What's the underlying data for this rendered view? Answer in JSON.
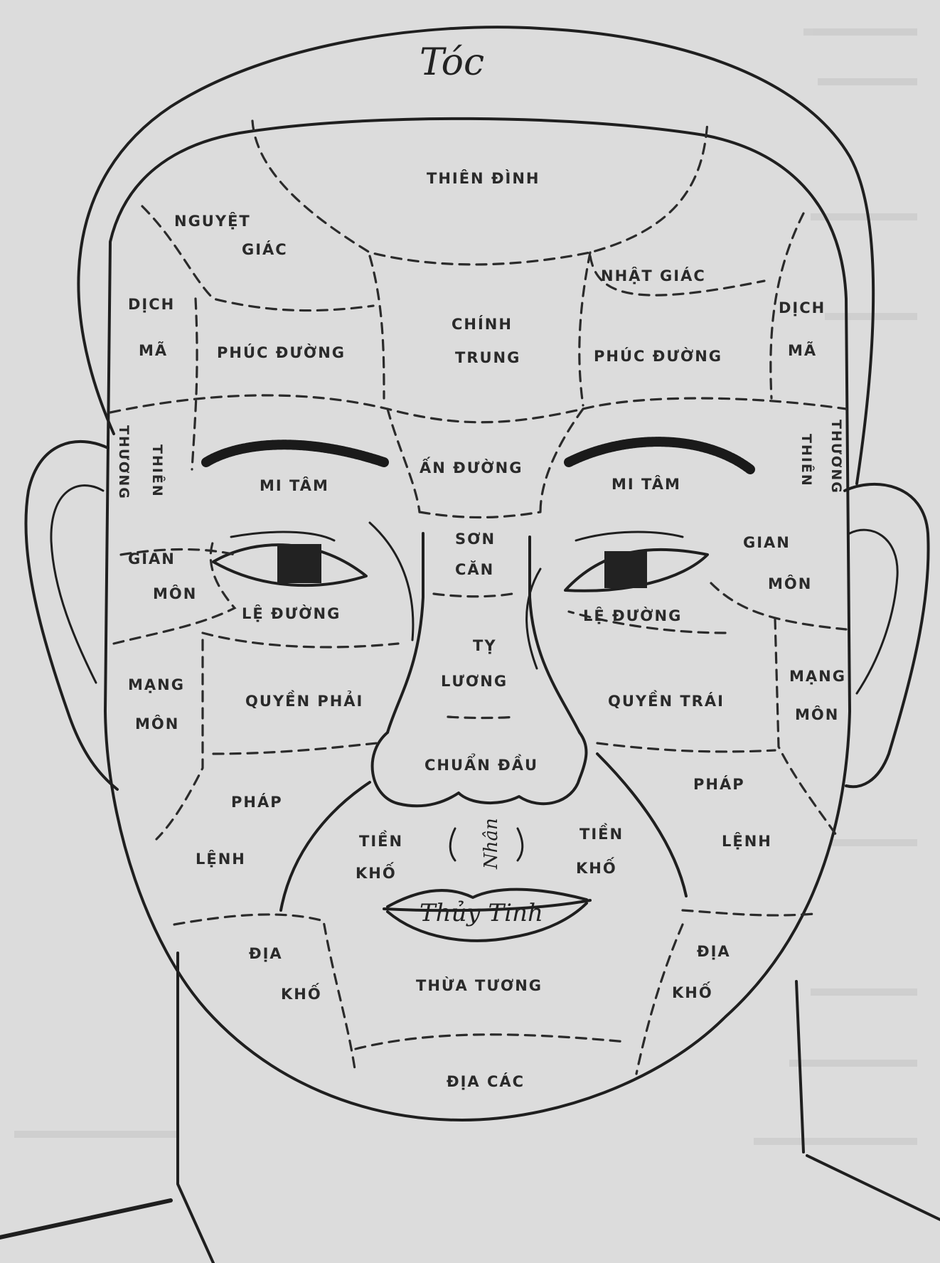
{
  "labels": {
    "toc": "Tóc",
    "thien_dinh": "THIÊN ĐÌNH",
    "nguyet": "NGUYỆT",
    "giac_l": "GIÁC",
    "nhat_giac": "NHẬT GIÁC",
    "dich_l": "DỊCH",
    "ma_l": "MÃ",
    "dich_r": "DỊCH",
    "ma_r": "MÃ",
    "chinh": "CHÍNH",
    "trung": "TRUNG",
    "phuc_duong_l": "PHÚC ĐƯỜNG",
    "phuc_duong_r": "PHÚC ĐƯỜNG",
    "thien_thuong_l1": "THIÊN",
    "thien_thuong_l2": "THƯƠNG",
    "thien_thuong_r1": "THIÊN",
    "thien_thuong_r2": "THƯƠNG",
    "an_duong": "ẤN ĐƯỜNG",
    "mi_tam_l": "MI TÂM",
    "mi_tam_r": "MI TÂM",
    "son": "SƠN",
    "can": "CĂN",
    "gian_l": "GIAN",
    "mon_gian_l": "MÔN",
    "gian_r": "GIAN",
    "mon_gian_r": "MÔN",
    "le_duong_l": "LỆ ĐƯỜNG",
    "le_duong_r": "LỆ ĐƯỜNG",
    "ty": "TỴ",
    "luong": "LƯƠNG",
    "mang_l": "MẠNG",
    "mon_mang_l": "MÔN",
    "mang_r": "MẠNG",
    "mon_mang_r": "MÔN",
    "quyen_phai": "QUYỀN PHẢI",
    "quyen_trai": "QUYỀN TRÁI",
    "chuan_dau": "CHUẨN ĐẦU",
    "phap_l": "PHÁP",
    "lenh_l": "LỆNH",
    "phap_r": "PHÁP",
    "lenh_r": "LỆNH",
    "tien_l": "TIỀN",
    "kho_tien_l": "KHỐ",
    "tien_r": "TIỀN",
    "kho_tien_r": "KHỐ",
    "nhan_trung": "Nhân",
    "thuy_tinh": "Thủy Tinh",
    "dia_l": "ĐỊA",
    "kho_dia_l": "KHỐ",
    "dia_r": "ĐỊA",
    "kho_dia_r": "KHỐ",
    "thua_tuong": "THỪA TƯƠNG",
    "dia_cac": "ĐỊA CÁC"
  },
  "colors": {
    "ink": "#1f1f1f",
    "paper": "#dcdcdc"
  }
}
